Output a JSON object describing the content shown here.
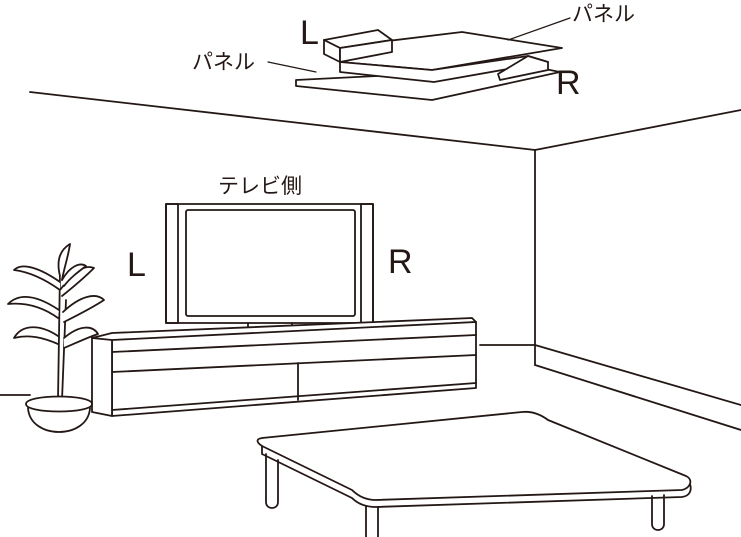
{
  "colors": {
    "line": "#231815",
    "background": "#ffffff"
  },
  "labels": {
    "ceiling_left": "L",
    "ceiling_right": "R",
    "panel_right": "パネル",
    "panel_left": "パネル",
    "tv_side": "テレビ側",
    "tv_left": "L",
    "tv_right": "R"
  }
}
